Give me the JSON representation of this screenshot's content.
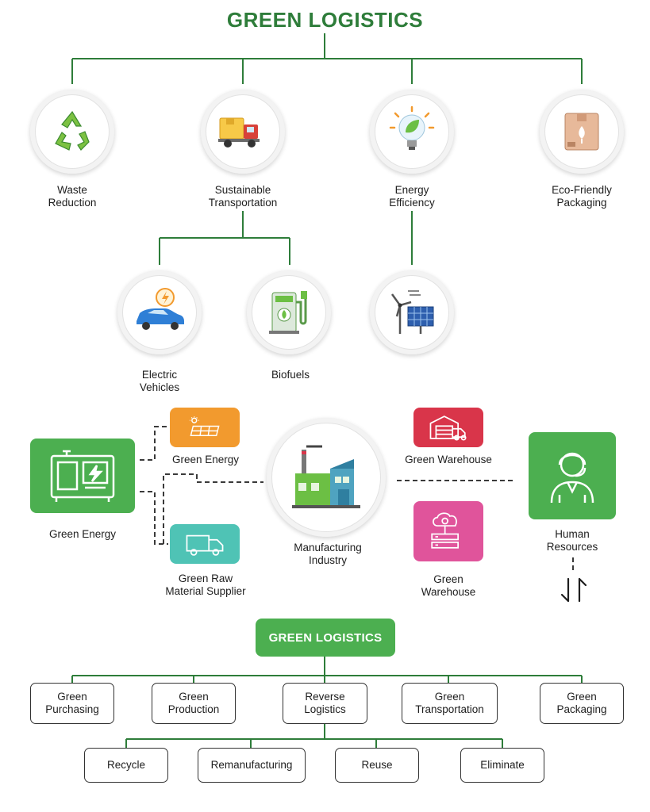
{
  "title": "GREEN LOGISTICS",
  "top_categories": [
    {
      "label": "Waste\nReduction",
      "icon": "recycle-icon"
    },
    {
      "label": "Sustainable\nTransportation",
      "icon": "delivery-truck-icon"
    },
    {
      "label": "Energy\nEfficiency",
      "icon": "eco-lightbulb-icon"
    },
    {
      "label": "Eco-Friendly\nPackaging",
      "icon": "eco-box-icon"
    }
  ],
  "sub_categories": [
    {
      "label": "Electric\nVehicles",
      "icon": "electric-car-icon"
    },
    {
      "label": "Biofuels",
      "icon": "biofuel-pump-icon"
    },
    {
      "label": "",
      "icon": "wind-solar-icon"
    }
  ],
  "middle": {
    "left_main_label": "Green Energy",
    "left_main_icon": "generator-icon",
    "green_energy_tile_label": "Green Energy",
    "raw_material_label": "Green Raw\nMaterial Supplier",
    "center_label": "Manufacturing\nIndustry",
    "warehouse_top_label": "Green Warehouse",
    "warehouse_bottom_label": "Green\nWarehouse",
    "hr_label": "Human\nResources"
  },
  "bottom": {
    "banner": "GREEN LOGISTICS",
    "level1": [
      "Green\nPurchasing",
      "Green\nProduction",
      "Reverse\nLogistics",
      "Green\nTransportation",
      "Green\nPackaging"
    ],
    "level2": [
      "Recycle",
      "Remanufacturing",
      "Reuse",
      "Eliminate"
    ]
  },
  "colors": {
    "title_green": "#2e7d3a",
    "line_green": "#2e7d3a",
    "banner_green": "#4caf50",
    "orange": "#f29a2e",
    "teal": "#4fc3b5",
    "red": "#d9354a",
    "pink": "#e0549b"
  }
}
